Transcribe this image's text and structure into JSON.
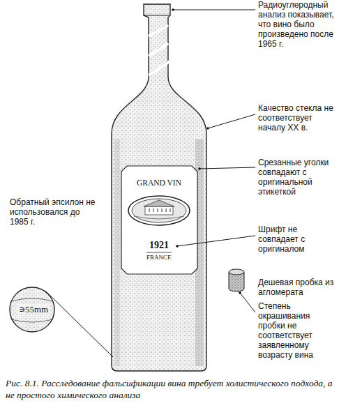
{
  "diagram": {
    "caption": "Рис. 8.1. Расследование фальсификации вина требует холистического подхода, а не простого химического анализа",
    "labels": [
      "Радиоуглеродный анализ показывает, что вино было произведено после 1965 г.",
      "Качество стекла не соответствует началу XX в.",
      "Срезанные уголки совпадают с оригинальной этикеткой",
      "Шрифт не совпадает с оригиналом",
      "Дешевая пробка из агломерата",
      "Степень окрашивания пробки не соответствует заявленному возрасту вина",
      "Обратный эпсилон не использовался до 1985 г.",
      "GRAND VIN",
      "1921",
      "FRANCE",
      "∍55mm"
    ]
  }
}
